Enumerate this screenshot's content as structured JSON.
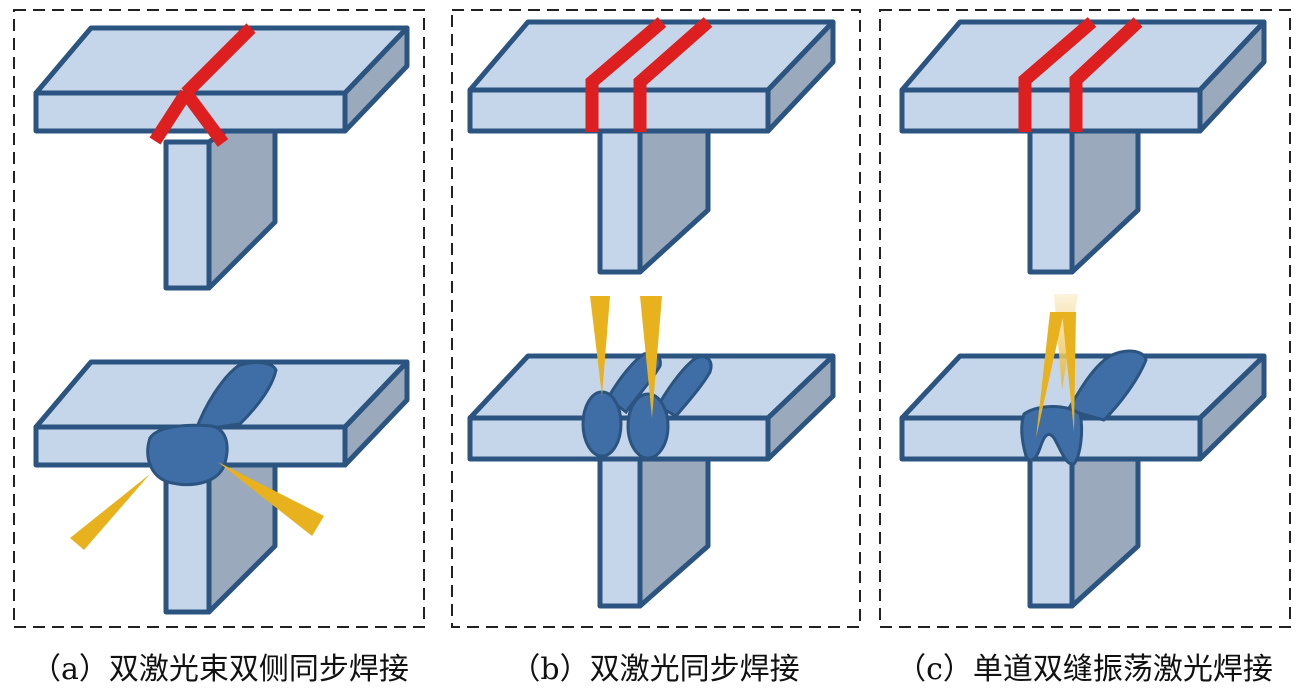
{
  "panels": [
    {
      "label": "（a）双激光束双侧同步焊接"
    },
    {
      "label": "（b）双激光同步焊接"
    },
    {
      "label": "（c）单道双缝振荡激光焊接"
    }
  ],
  "colors": {
    "plate_light": "#c6d6ea",
    "plate_side": "#9aa9bb",
    "outline": "#2b5480",
    "laser": "#dd1f1f",
    "weld": "#3f6ea6",
    "beam": "#e8b21f",
    "beam_pale": "#f6e2b0",
    "frame": "#222222"
  }
}
